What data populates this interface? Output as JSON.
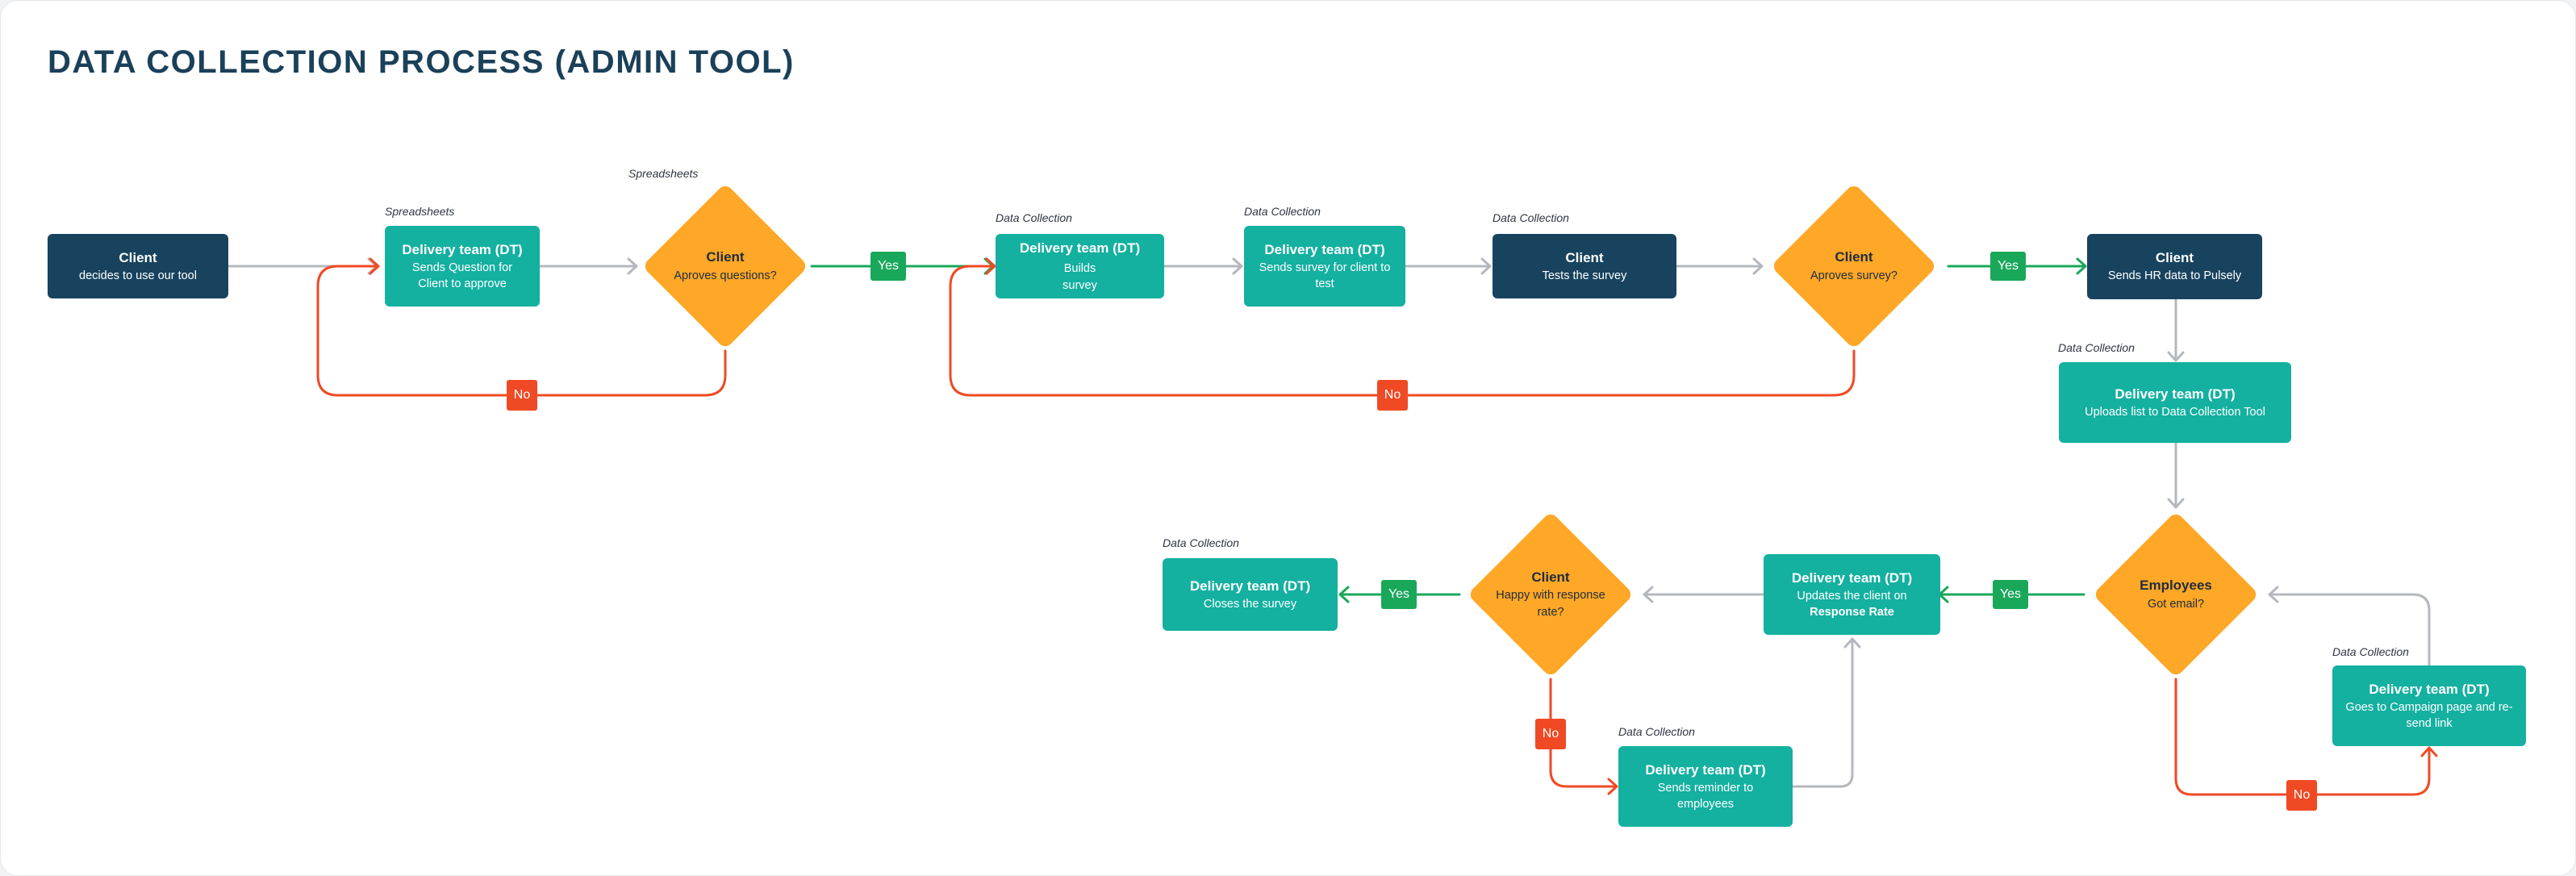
{
  "title": "DATA COLLECTION PROCESS (ADMIN TOOL)",
  "colors": {
    "dark_box": "#18435f",
    "teal_box": "#14b0a0",
    "decision": "#ffa726",
    "yes": "#19a85a",
    "no": "#f04a24",
    "connector": "#b4b8be"
  },
  "labels": {
    "yes": "Yes",
    "no": "No"
  },
  "tags": {
    "spreadsheets": "Spreadsheets",
    "data_collection": "Data Collection"
  },
  "nodes": {
    "client_start": {
      "title": "Client",
      "text": "decides to use our tool"
    },
    "dt_send_questions": {
      "title": "Delivery team (DT)",
      "text": "Sends Question for Client to approve"
    },
    "client_approve_questions": {
      "title": "Client",
      "text": "Aproves questions?"
    },
    "dt_builds_survey": {
      "title": "Delivery team (DT)",
      "text_inline": "Builds",
      "text": "survey"
    },
    "dt_send_survey": {
      "title": "Delivery team (DT)",
      "text": "Sends survey for client to test"
    },
    "client_tests": {
      "title": "Client",
      "text": "Tests the survey"
    },
    "client_approve_survey": {
      "title": "Client",
      "text": "Aproves survey?"
    },
    "client_hr_data": {
      "title": "Client",
      "text": "Sends HR data to Pulsely"
    },
    "dt_uploads_list": {
      "title": "Delivery team (DT)",
      "text": "Uploads list to Data Collection Tool"
    },
    "employees_email": {
      "title": "Employees",
      "text": "Got email?"
    },
    "dt_resend_link": {
      "title": "Delivery team (DT)",
      "text": "Goes to Campaign page and re-send link"
    },
    "dt_updates_client": {
      "title": "Delivery team (DT)",
      "text": "Updates the client on",
      "text_bold": "Response Rate"
    },
    "client_happy": {
      "title": "Client",
      "text": "Happy with response rate?"
    },
    "dt_reminder": {
      "title": "Delivery team (DT)",
      "text": "Sends reminder to employees"
    },
    "dt_closes": {
      "title": "Delivery team (DT)",
      "text": "Closes the survey"
    }
  }
}
